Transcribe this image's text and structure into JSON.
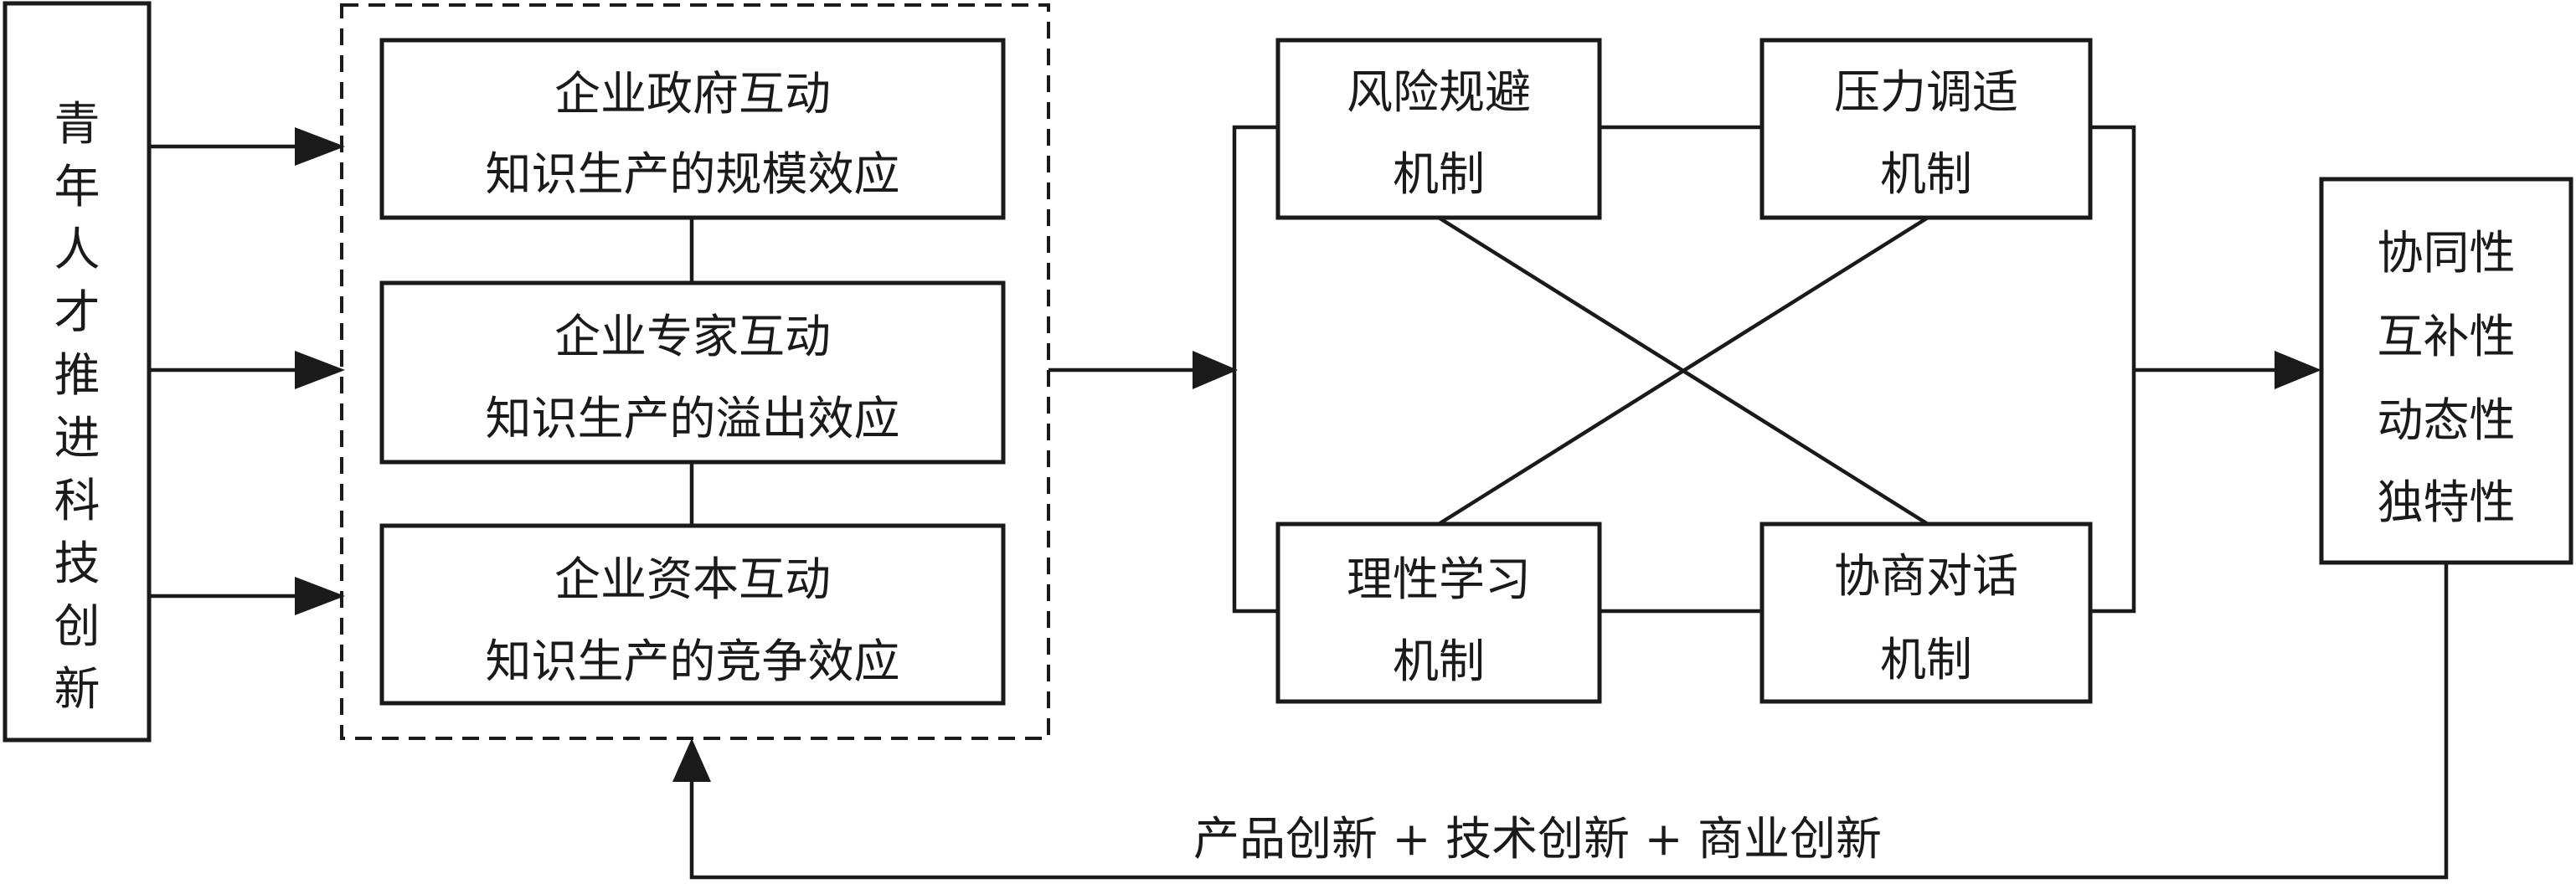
{
  "left_box": {
    "label": "青年人才推进科技创新"
  },
  "interaction_boxes": [
    {
      "line1": "企业政府互动",
      "line2": "知识生产的规模效应"
    },
    {
      "line1": "企业专家互动",
      "line2": "知识生产的溢出效应"
    },
    {
      "line1": "企业资本互动",
      "line2": "知识生产的竞争效应"
    }
  ],
  "mechanisms": {
    "risk": {
      "line1": "风险规避",
      "line2": "机制"
    },
    "pressure": {
      "line1": "压力调适",
      "line2": "机制"
    },
    "learning": {
      "line1": "理性学习",
      "line2": "机制"
    },
    "dialogue": {
      "line1": "协商对话",
      "line2": "机制"
    }
  },
  "properties": [
    "协同性",
    "互补性",
    "动态性",
    "独特性"
  ],
  "feedback_label": "产品创新 + 技术创新 + 商业创新"
}
